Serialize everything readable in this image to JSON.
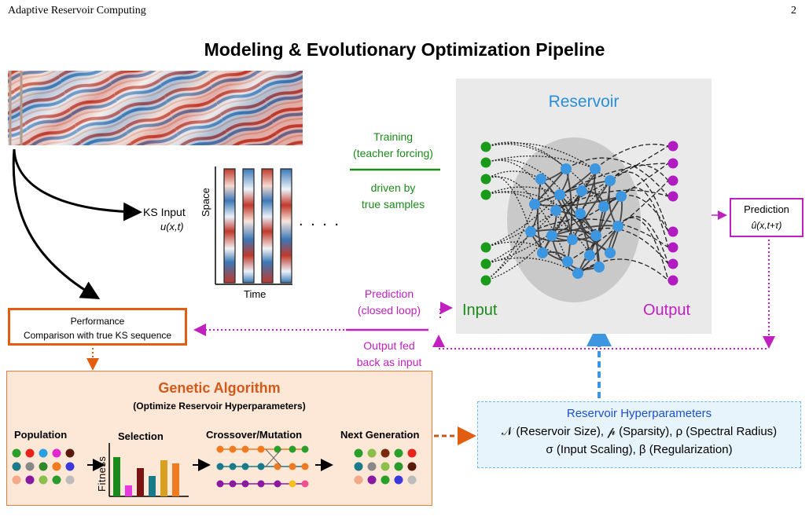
{
  "page": {
    "header_left": "Adaptive Reservoir Computing",
    "page_number": "2",
    "title": "Modeling & Evolutionary Optimization Pipeline"
  },
  "ks_input": {
    "label": "KS Input",
    "formula": "u(x,t)",
    "axis_space": "Space",
    "axis_time": "Time",
    "ellipsis": ". . . ."
  },
  "training": {
    "line1": "Training",
    "line2": "(teacher forcing)",
    "line3": "driven by",
    "line4": "true samples"
  },
  "prediction_loop": {
    "line1": "Prediction",
    "line2": "(closed loop)",
    "line3": "Output fed",
    "line4": "back as input"
  },
  "reservoir": {
    "title": "Reservoir",
    "input_label": "Input",
    "output_label": "Output"
  },
  "prediction_box": {
    "line1": "Prediction",
    "line2": "û(x,t+τ)"
  },
  "performance": {
    "line1": "Performance",
    "line2": "Comparison with true KS sequence"
  },
  "genetic_algorithm": {
    "title": "Genetic Algorithm",
    "subtitle": "(Optimize Reservoir Hyperparameters)",
    "population": "Population",
    "selection": "Selection",
    "crossover": "Crossover/Mutation",
    "next_generation": "Next Generation",
    "fitness_axis": "Fitness"
  },
  "hyperparameters": {
    "title": "Reservoir Hyperparameters",
    "line1": "𝒩 (Reservoir Size), 𝓅 (Sparsity), ρ (Spectral Radius)",
    "line2": "σ (Input Scaling),  β (Regularization)"
  },
  "colors": {
    "green": "#1a8a1a",
    "magenta": "#c020c0",
    "blue": "#2a8fd6",
    "orange": "#e35d10",
    "node_blue": "#3c96e0",
    "ga_bg": "#fde7d7",
    "hyper_bg": "#e8f4fc"
  }
}
